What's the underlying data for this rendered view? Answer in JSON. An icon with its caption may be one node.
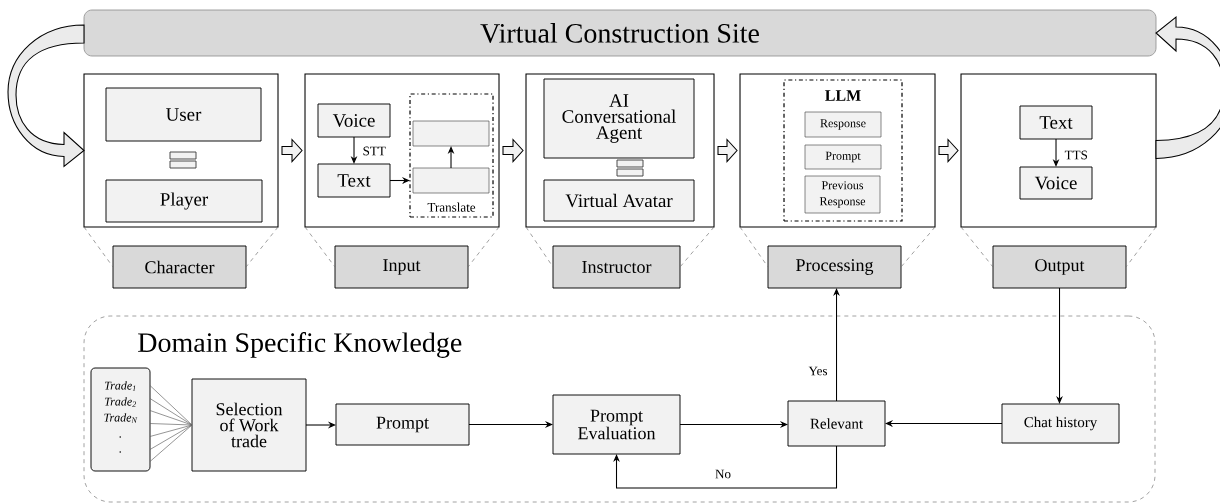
{
  "diagram": {
    "nodes": [
      {
        "text": [
          "Virtual Construction Site"
        ]
      },
      {
        "text": [],
        "shape": "box"
      },
      {
        "text": [
          "User"
        ],
        "in": 1
      },
      {
        "text": [
          "Player"
        ],
        "in": 1
      },
      {
        "text": [],
        "shape": "box"
      },
      {
        "text": [
          "Voice"
        ],
        "in": 4
      },
      {
        "text": [
          "Text"
        ],
        "in": 4
      },
      {
        "text": [
          "Translate"
        ],
        "in": 4
      },
      {
        "text": [],
        "shape": "box",
        "in": 7
      },
      {
        "text": [],
        "shape": "box",
        "in": 7
      },
      {
        "text": [],
        "shape": "box"
      },
      {
        "text": [
          "AI Conversational Agent"
        ],
        "in": 10
      },
      {
        "text": [
          "Virtual Avatar"
        ],
        "in": 10
      },
      {
        "text": [],
        "shape": "box"
      },
      {
        "text": [
          "LLM"
        ],
        "in": 13
      },
      {
        "text": [
          "Response"
        ],
        "in": 14
      },
      {
        "text": [
          "Prompt"
        ],
        "in": 14
      },
      {
        "text": [
          "Previous Response"
        ],
        "in": 14
      },
      {
        "text": [],
        "shape": "box"
      },
      {
        "text": [
          "Text"
        ],
        "in": 18
      },
      {
        "text": [
          "Voice"
        ],
        "in": 18
      },
      {
        "text": [
          "Character"
        ]
      },
      {
        "text": [
          "Input"
        ]
      },
      {
        "text": [
          "Instructor"
        ]
      },
      {
        "text": [
          "Processing"
        ]
      },
      {
        "text": [
          "Output"
        ]
      },
      {
        "text": [
          "Domain Specific Knowledge"
        ]
      },
      {
        "text": [
          "Trade$_{1}$",
          "Trade$_{2}$",
          "Trade$_{N}$",
          ".",
          "."
        ],
        "in": 26
      },
      {
        "text": [
          "Selection of Work trade"
        ],
        "in": 26
      },
      {
        "text": [
          "Prompt"
        ],
        "in": 26
      },
      {
        "text": [
          "Prompt Evaluation"
        ],
        "in": 26
      },
      {
        "text": [
          "Relevant"
        ],
        "in": 26
      },
      {
        "text": [
          "Chat history"
        ],
        "in": 26
      }
    ],
    "edges": [
      {
        "from": 0,
        "to": 1,
        "arrow": "to"
      },
      {
        "from": 1,
        "to": 4,
        "arrow": "to"
      },
      {
        "from": 4,
        "to": 10,
        "arrow": "to"
      },
      {
        "from": 10,
        "to": 13,
        "arrow": "to"
      },
      {
        "from": 13,
        "to": 18,
        "arrow": "to"
      },
      {
        "from": 18,
        "to": 0,
        "arrow": "to"
      },
      {
        "from": 5,
        "to": 6,
        "arrow": "to",
        "label": "STT"
      },
      {
        "from": 6,
        "to": 7,
        "arrow": "to"
      },
      {
        "from": 9,
        "to": 8,
        "arrow": "to"
      },
      {
        "from": 19,
        "to": 20,
        "arrow": "to",
        "label": "TTS"
      },
      {
        "from": 1,
        "to": 21,
        "arrow": "none",
        "style": "dashed",
        "color": "#707070"
      },
      {
        "from": 4,
        "to": 22,
        "arrow": "none",
        "style": "dashed",
        "color": "#707070"
      },
      {
        "from": 10,
        "to": 23,
        "arrow": "none",
        "style": "dashed",
        "color": "#707070"
      },
      {
        "from": 13,
        "to": 24,
        "arrow": "none",
        "style": "dashed",
        "color": "#707070"
      },
      {
        "from": 18,
        "to": 25,
        "arrow": "none",
        "style": "dashed",
        "color": "#707070"
      },
      {
        "from": 27,
        "to": 28,
        "arrow": "none",
        "color": "#606060"
      },
      {
        "from": 28,
        "to": 29,
        "arrow": "to"
      },
      {
        "from": 29,
        "to": 30,
        "arrow": "to"
      },
      {
        "from": 30,
        "to": 31,
        "arrow": "to"
      },
      {
        "from": 32,
        "to": 31,
        "arrow": "to"
      },
      {
        "from": 31,
        "to": 24,
        "arrow": "to",
        "label": "Yes"
      },
      {
        "from": 31,
        "to": 30,
        "arrow": "to",
        "label": "No"
      },
      {
        "from": 25,
        "to": 32,
        "arrow": "to"
      }
    ]
  }
}
